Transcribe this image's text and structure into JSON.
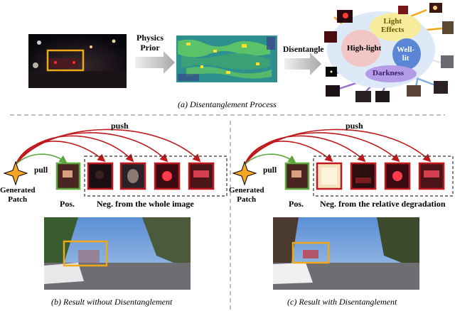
{
  "top": {
    "physics_prior_label": "Physics\nPrior",
    "disentangle_label": "Disentangle",
    "caption": "(a) Disentanglement Process",
    "blobs": {
      "light_effects": "Light\nEffects",
      "high_light": "High-light",
      "well_lit": "Well-\nlit",
      "darkness": "Darkness"
    }
  },
  "left_panel": {
    "push_label": "push",
    "pull_label": "pull",
    "generated_patch_label": "Generated\nPatch",
    "pos_label": "Pos.",
    "neg_label": "Neg. from the whole image",
    "caption": "(b) Result without Disentanglement"
  },
  "right_panel": {
    "push_label": "push",
    "pull_label": "pull",
    "generated_patch_label": "Generated\nPatch",
    "pos_label": "Pos.",
    "neg_label": "Neg. from the relative degradation",
    "caption": "(c) Result with Disentanglement"
  },
  "colors": {
    "red_arrow": "#c0181c",
    "green_arrow": "#5aa83a",
    "orange_box": "#f0a818",
    "gray_arrow": "#b8b8b8",
    "star_fill": "#f5a623"
  }
}
